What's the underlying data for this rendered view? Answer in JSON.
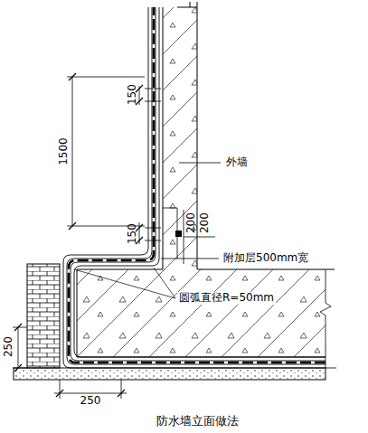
{
  "diagram": {
    "caption": "防水墙立面做法",
    "labels": [
      "150",
      "1500",
      "外墙",
      "150",
      "200",
      "200",
      "附加层500mm宽",
      "圆弧直径R=50mm",
      "250",
      "250"
    ]
  }
}
